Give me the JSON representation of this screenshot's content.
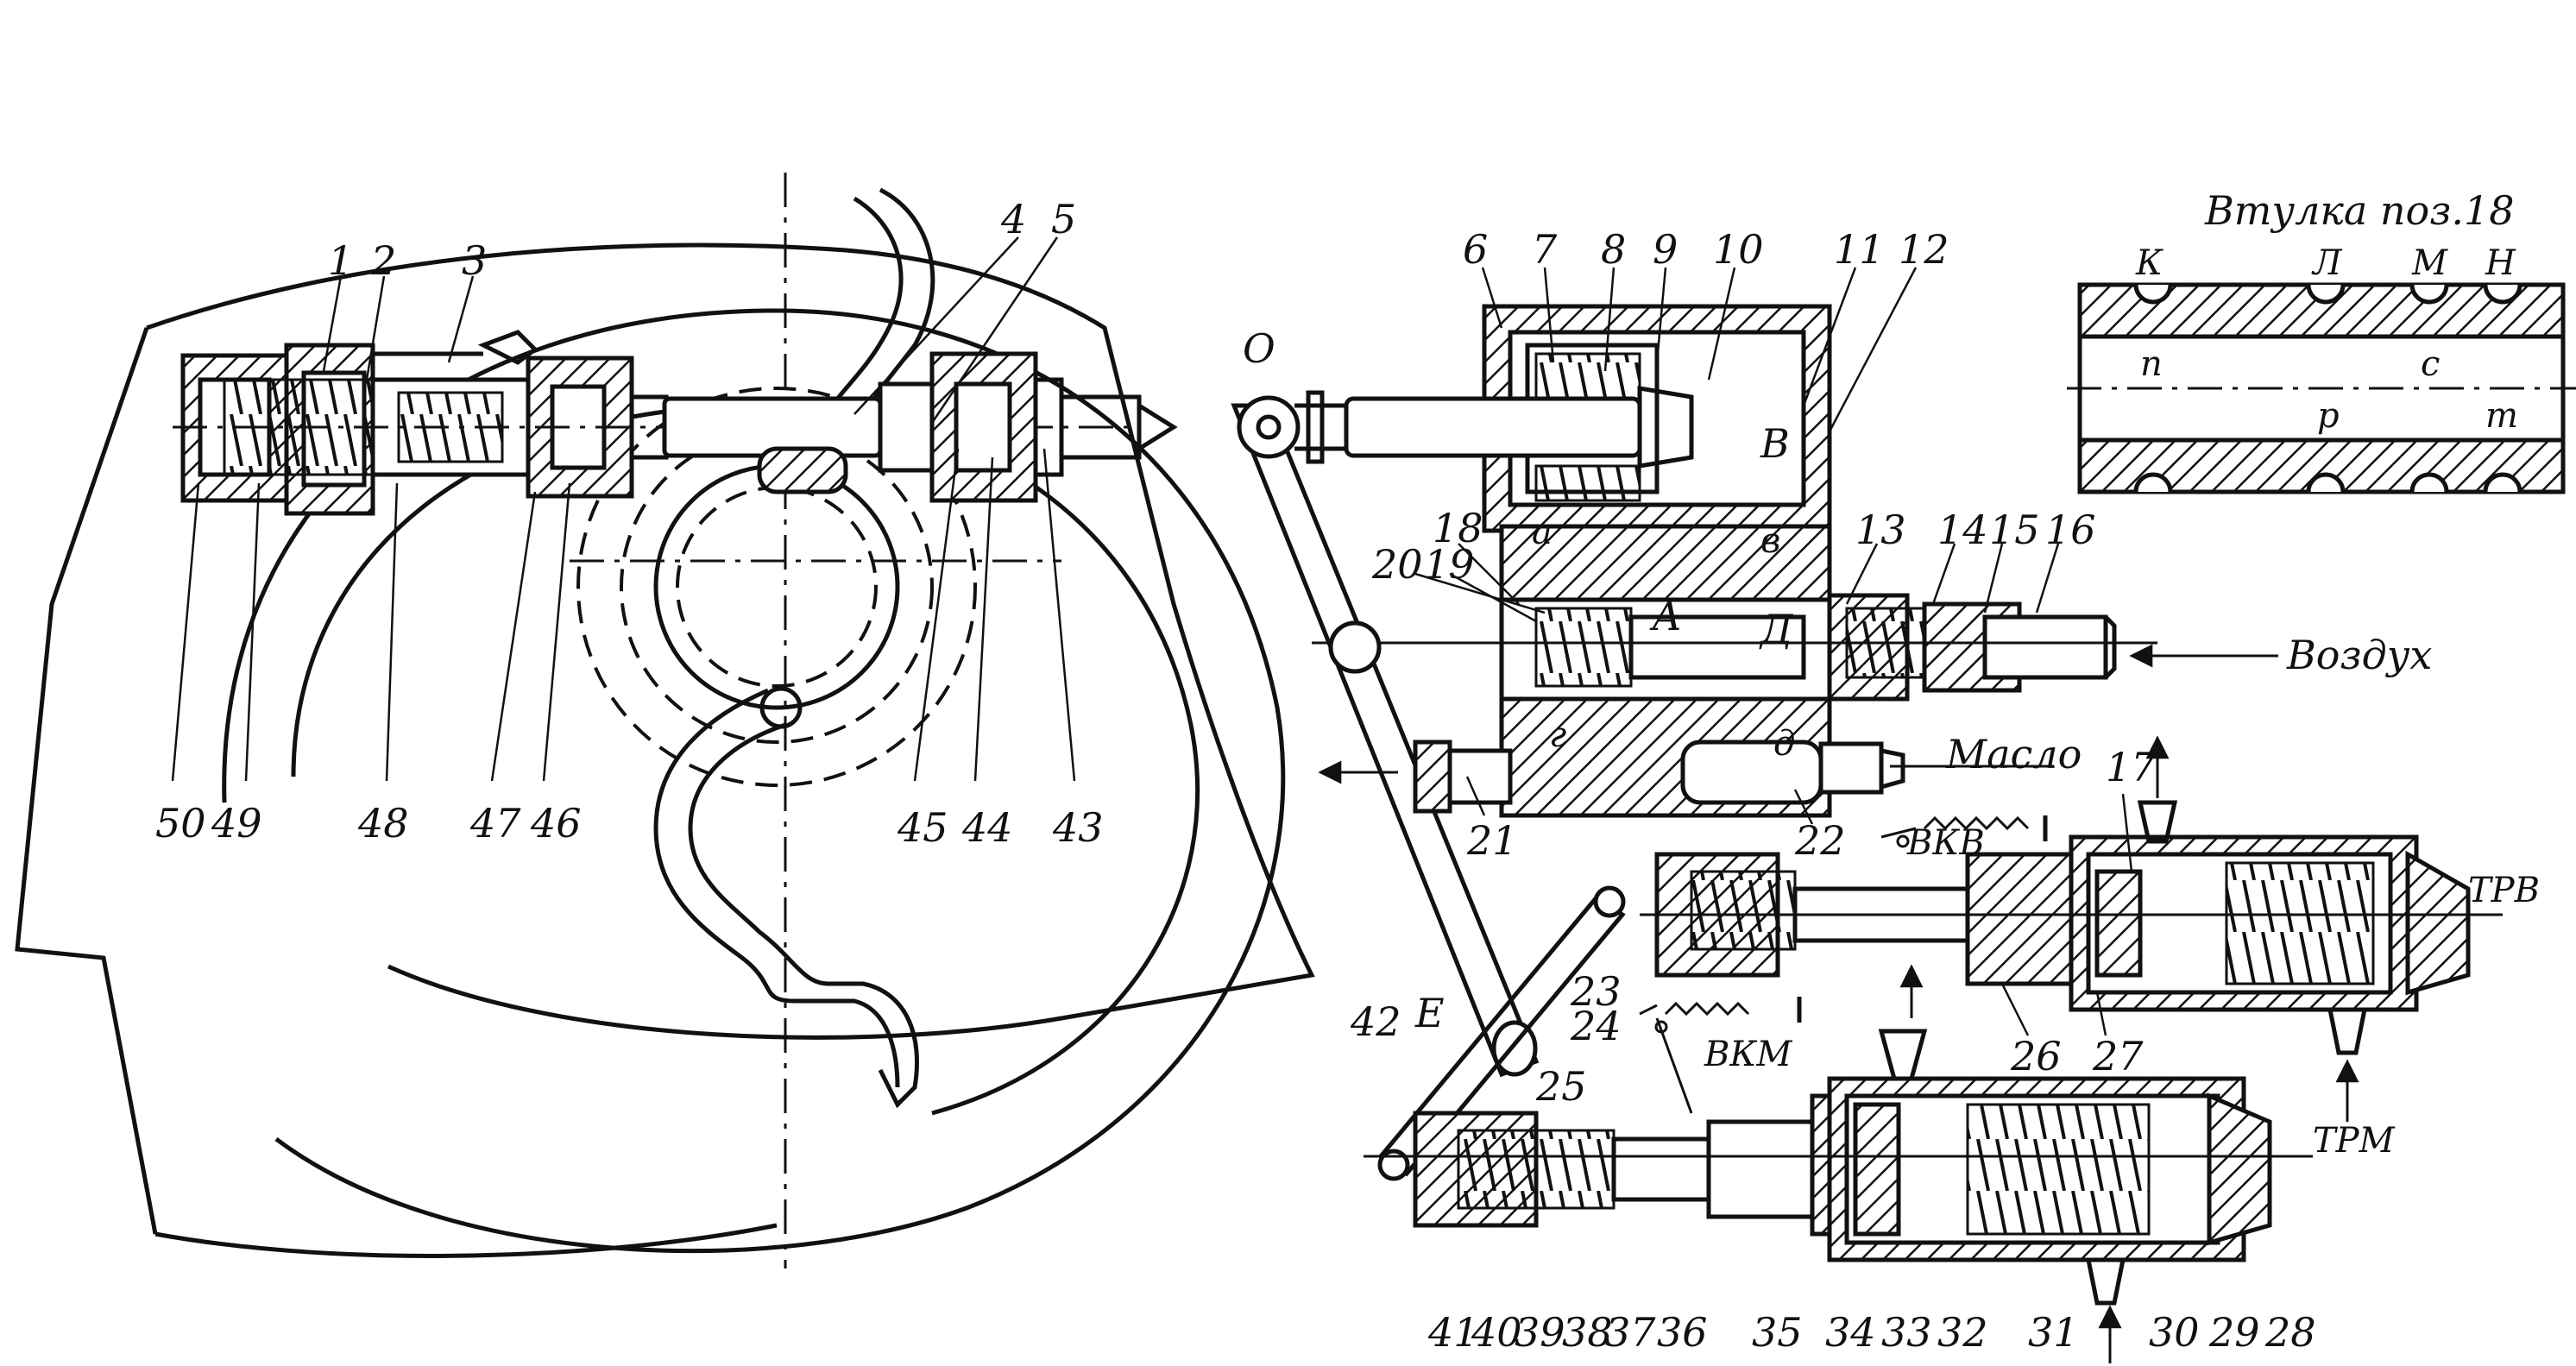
{
  "part_labels": {
    "p1": "1",
    "p2": "2",
    "p3": "3",
    "p4": "4",
    "p5": "5",
    "p6": "6",
    "p7": "7",
    "p8": "8",
    "p9": "9",
    "p10": "10",
    "p11": "11",
    "p12": "12",
    "p13": "13",
    "p14": "14",
    "p15": "15",
    "p16": "16",
    "p17": "17",
    "p18": "18",
    "p19": "19",
    "p20": "20",
    "p21": "21",
    "p22": "22",
    "p23": "23",
    "p24": "24",
    "p25": "25",
    "p26": "26",
    "p27": "27",
    "p28": "28",
    "p29": "29",
    "p30": "30",
    "p31": "31",
    "p32": "32",
    "p33": "33",
    "p34": "34",
    "p35": "35",
    "p36": "36",
    "p37": "37",
    "p38": "38",
    "p39": "39",
    "p40": "40",
    "p41": "41",
    "p42": "42",
    "p43": "43",
    "p44": "44",
    "p45": "45",
    "p46": "46",
    "p47": "47",
    "p48": "48",
    "p49": "49",
    "p50": "50"
  },
  "letters": {
    "O": "O",
    "E": "E",
    "B_cap": "B",
    "A": "A",
    "D": "Д",
    "a": "a",
    "b": "в",
    "g": "г",
    "d": "д"
  },
  "flow_labels": {
    "air": "Воздух",
    "oil": "Масло",
    "vkv": "ВКВ",
    "vkm": "ВКМ",
    "trv": "ТРВ",
    "trm": "ТРМ"
  },
  "inset": {
    "title": "Втулка поз.18",
    "top_letters": [
      "К",
      "Л",
      "М",
      "Н"
    ],
    "bottom_letters_upper": [
      "п",
      "с"
    ],
    "bottom_letters_lower": [
      "р",
      "т"
    ]
  }
}
